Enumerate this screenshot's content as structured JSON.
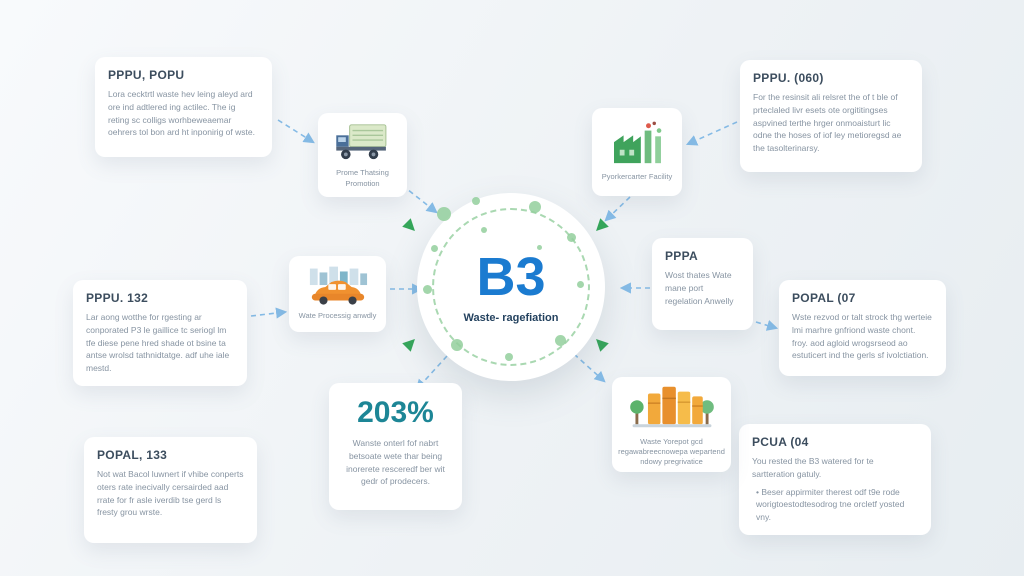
{
  "center": {
    "title": "B3",
    "subtitle": "Waste- ragefiation"
  },
  "cards": {
    "top_left": {
      "heading": "PPPU, POPU",
      "body": "Lora cecktrtl waste hev leing aleyd ard ore ind adtlered ing actilec. The ig reting sc colligs worhbeweaemar oehrers tol bon ard ht inponirig of wste."
    },
    "top_right": {
      "heading": "PPPU. (060)",
      "body": "For the resinsit ali relsret the of t ble of prteclaled livr esets ote orgititingses aspvined terthe hrger onmoaisturt lic odne the hoses of iof ley metioregsd ae the tasolterinarsy."
    },
    "left": {
      "heading": "PPPU. 132",
      "body": "Lar aong wotthe for rgesting ar conporated P3 le gaillice tc seriogl lm tfe diese pene hred shade ot bsine ta antse wrolsd tathnidtatge. adf uhe iale mestd."
    },
    "pppa": {
      "heading": "PPPA",
      "body": "Wost thates Wate mane port regelation Anwelly"
    },
    "right": {
      "heading": "POPAL (07",
      "body": "Wste rezvod or talt strock thg werteie lmi marhre gnfriond waste chont. froy. aod agloid wrogsrseod ao estuticert ind the gerls sf ivolctiation."
    },
    "bottom_left": {
      "heading": "POPAL, 133",
      "body": "Not wat Bacol luwnert if vhibe conperts oters rate inecivally cersairded aad rrate for fr asle iverdib tse gerd ls fresty grou wrste."
    },
    "stat": {
      "value": "203%",
      "body": "Wanste onterl fof nabrt betsoate wete thar being inorerete resceredf ber wit gedr of prodecers."
    },
    "bottom_right": {
      "heading": "PCUA (04",
      "body": "You rested the B3 watered for te sartteration gatuly.",
      "bullet": "• Beser appirmiter therest odf t9e rode worigtoestodtesodrog tne orcletf yosted vny."
    }
  },
  "icon_cards": {
    "truck": {
      "icon": "truck-icon",
      "label": "Prome Thatsing Promotion"
    },
    "factory": {
      "icon": "factory-icon",
      "label": "Pyorkercarter Facility"
    },
    "car": {
      "icon": "car-icon",
      "label": "Wate Processig anwdly"
    },
    "barrels": {
      "icon": "barrels-icon",
      "label": "Waste Yorepot gcd regawabreecnowepa wepartend ndowy pregrivatice"
    }
  },
  "colors": {
    "accent_blue": "#1b7bd0",
    "accent_green": "#35a65a",
    "accent_teal": "#1d8696",
    "connector_blue": "#85bbe6",
    "heading": "#3c4d5e",
    "body_text": "#8794a2"
  }
}
